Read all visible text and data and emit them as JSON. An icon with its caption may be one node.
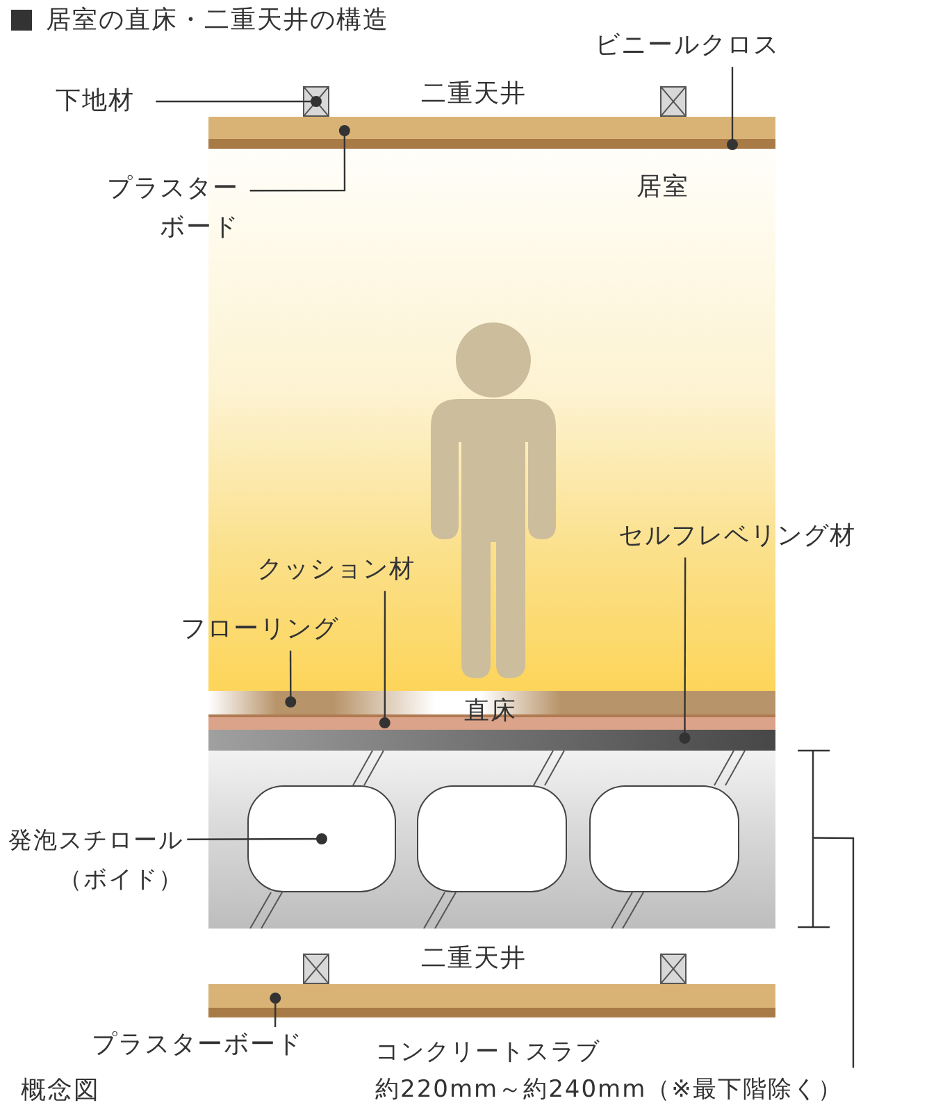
{
  "diagram": {
    "title": "居室の直床・二重天井の構造",
    "nodes": [
      {
        "text": [
          "下地材"
        ]
      },
      {
        "text": [],
        "shape": "box"
      },
      {
        "text": [],
        "shape": "box"
      },
      {
        "text": [
          "プラスターボード"
        ]
      },
      {
        "text": [],
        "shape": "bar"
      },
      {
        "text": [
          "ビニールクロス"
        ]
      },
      {
        "text": [],
        "shape": "bar"
      },
      {
        "text": [
          "フローリング"
        ]
      },
      {
        "text": [],
        "shape": "bar"
      },
      {
        "text": [
          "クッション材"
        ]
      },
      {
        "text": [],
        "shape": "bar"
      },
      {
        "text": [
          "セルフレベリング材"
        ]
      },
      {
        "text": [],
        "shape": "bar"
      },
      {
        "text": [
          "発泡スチロール（ボイド）"
        ]
      },
      {
        "text": [],
        "shape": "box"
      },
      {
        "text": [],
        "shape": "box",
        "in": 14
      },
      {
        "text": [],
        "shape": "box",
        "in": 14
      },
      {
        "text": [],
        "shape": "box",
        "in": 14
      },
      {
        "text": [],
        "shape": "box"
      },
      {
        "text": [],
        "shape": "box"
      },
      {
        "text": [],
        "shape": "bar"
      },
      {
        "text": [
          "プラスターボード"
        ]
      },
      {
        "text": [
          "コンクリートスラブ",
          "約220mm～約240mm（※最下階除く）"
        ]
      }
    ],
    "edges": [
      {
        "from": 0,
        "to": 1,
        "arrow": "other"
      },
      {
        "from": 3,
        "to": 4,
        "arrow": "other"
      },
      {
        "from": 5,
        "to": 6,
        "arrow": "other"
      },
      {
        "from": 7,
        "to": 8,
        "arrow": "other"
      },
      {
        "from": 9,
        "to": 10,
        "arrow": "other"
      },
      {
        "from": 11,
        "to": 12,
        "arrow": "other"
      },
      {
        "from": 13,
        "to": 15,
        "arrow": "other"
      },
      {
        "from": 21,
        "to": 20,
        "arrow": "other"
      },
      {
        "from": 22,
        "to": 14,
        "arrow": "none"
      }
    ],
    "labels": [
      "二重天井",
      "居室",
      "直床",
      "二重天井",
      "概念図"
    ]
  }
}
